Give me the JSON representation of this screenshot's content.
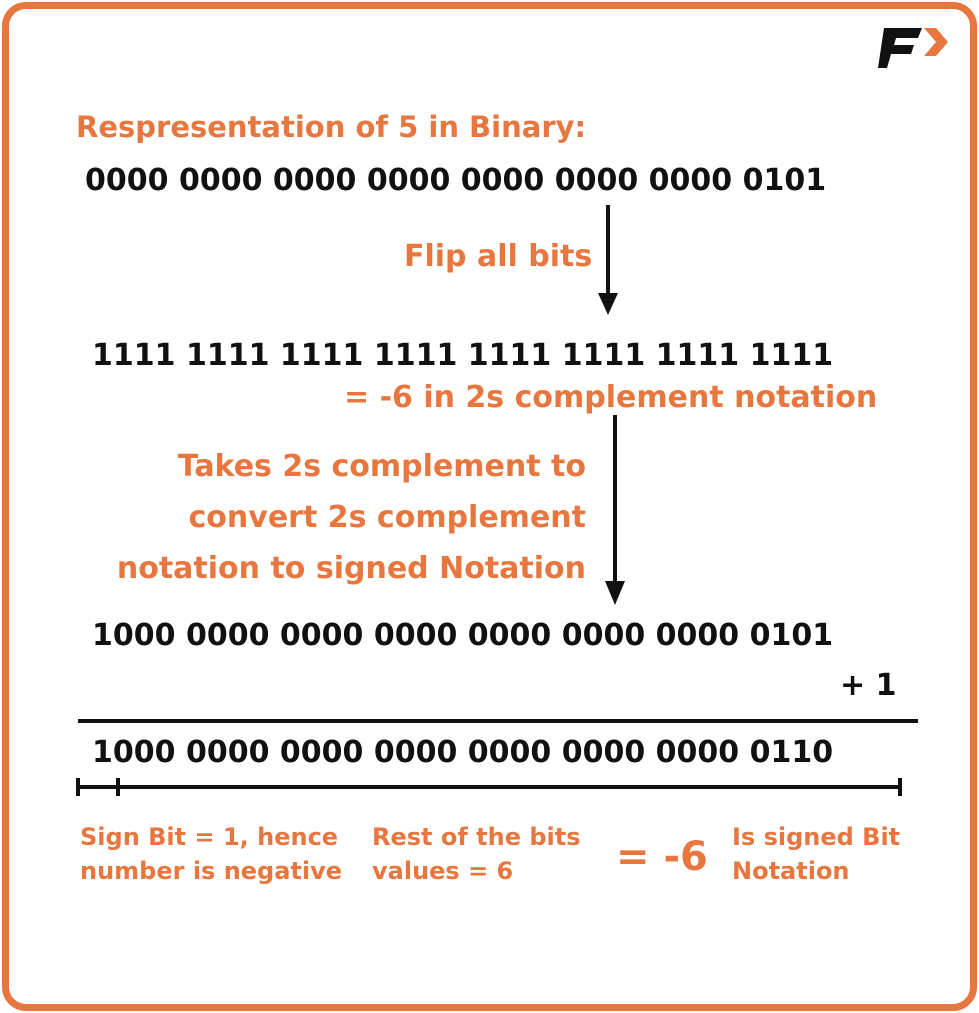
{
  "title": "Respresentation of 5 in Binary:",
  "step1_bits": "0000 0000 0000 0000 0000 0000 0000 0101",
  "step1_label": "Flip all bits",
  "step2_bits": "1111 1111 1111 1111 1111 1111 1111 1111",
  "step2_note": "= -6 in 2s complement notation",
  "step2_label": [
    "Takes 2s complement to",
    "convert 2s complement",
    "notation to signed Notation"
  ],
  "step3_bits": "1000 0000 0000 0000 0000 0000 0000 0101",
  "plus_one": "+ 1",
  "result_bits": "1000 0000 0000 0000 0000 0000 0000 0110",
  "sign_bit_note": [
    "Sign Bit = 1, hence",
    "number is negative"
  ],
  "rest_bits_note": [
    "Rest of the bits",
    "values = 6"
  ],
  "equals_value": "= -6",
  "signed_note": [
    "Is signed Bit",
    "Notation"
  ],
  "colors": {
    "accent": "#e8773f",
    "text": "#111111"
  },
  "logo_icon": "logo-f-arrow-icon"
}
